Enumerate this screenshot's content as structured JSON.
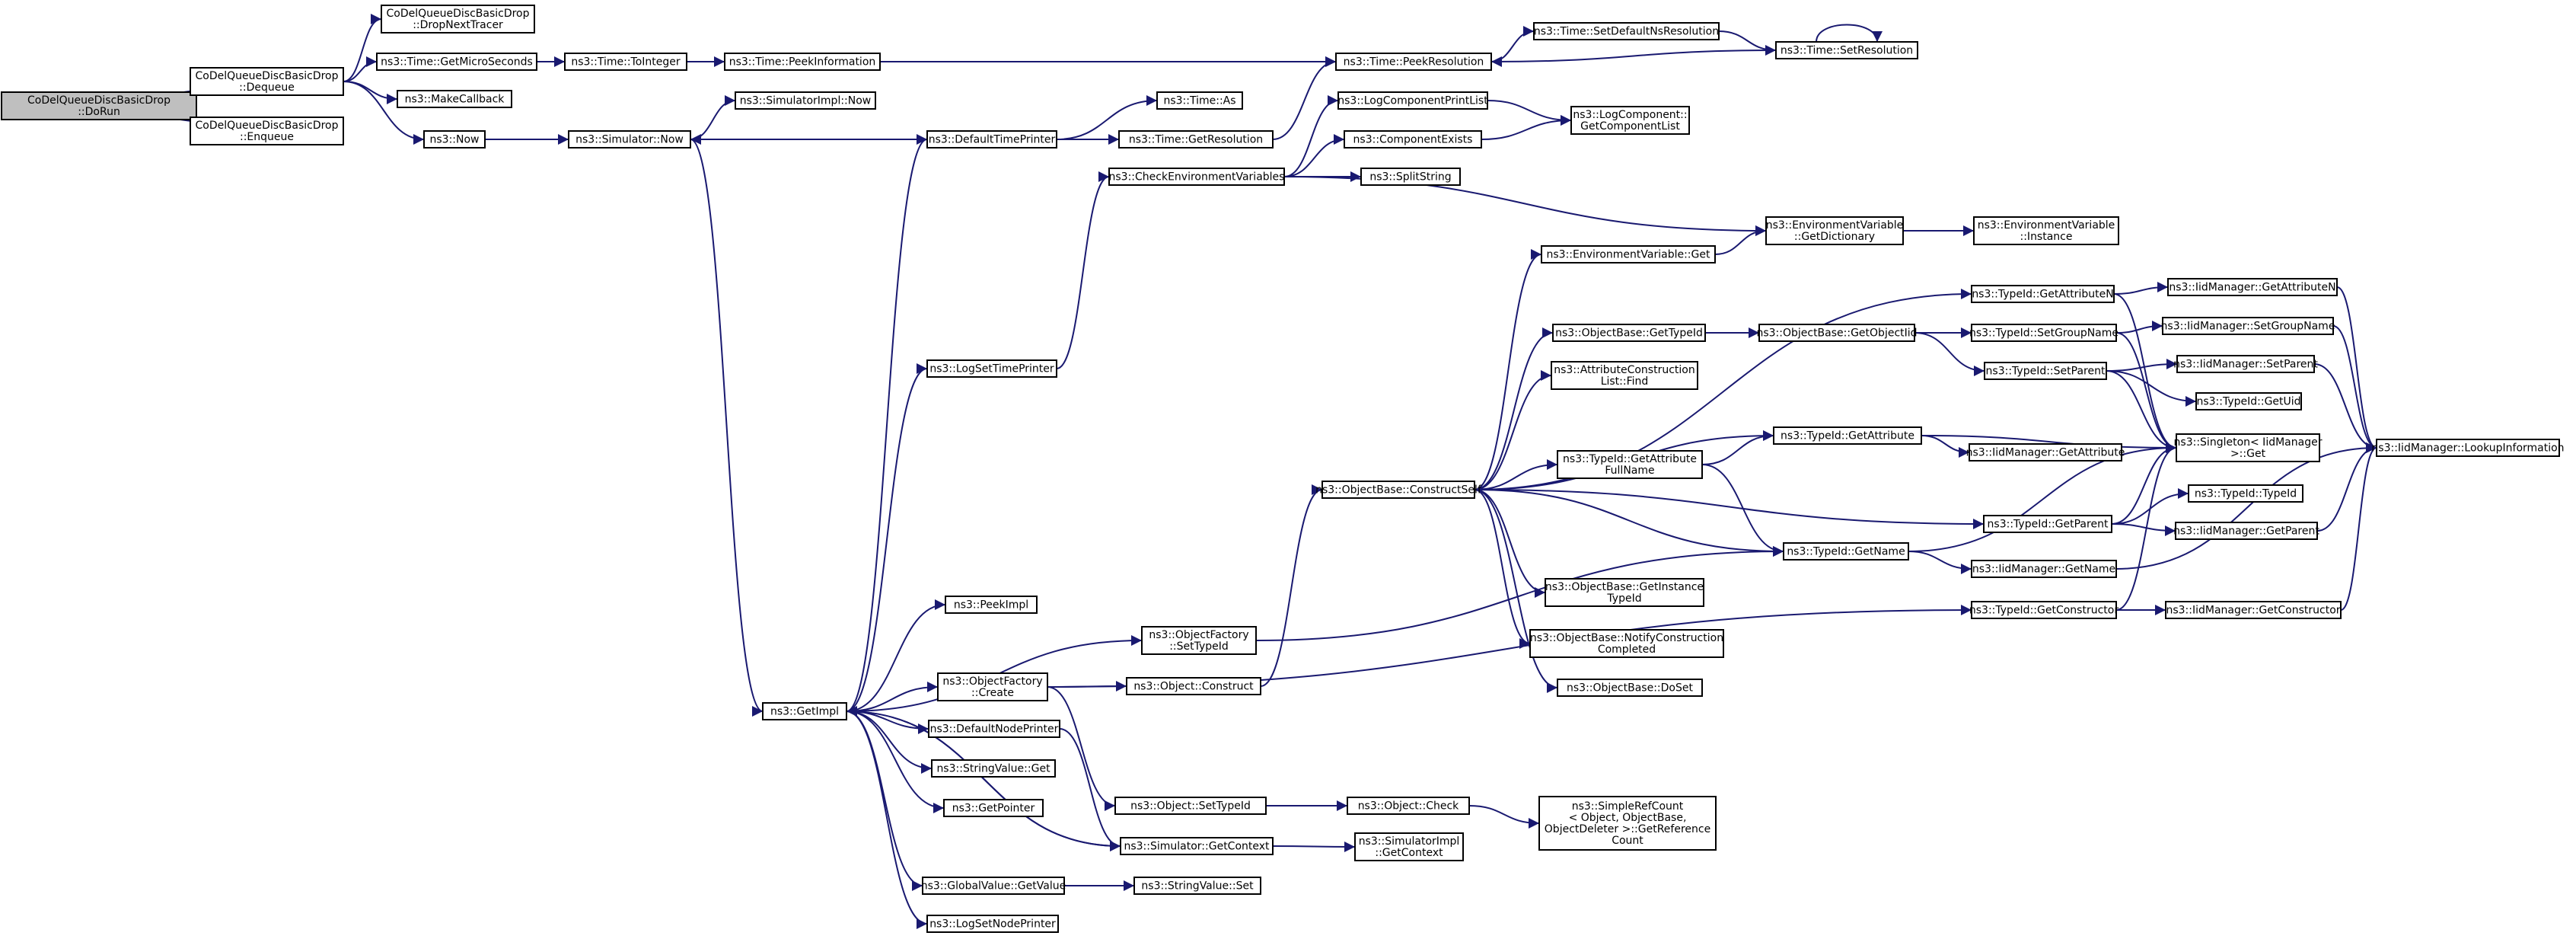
{
  "graph": {
    "title": "",
    "edge_color": "#191970",
    "root_fill": "#bfbfbf",
    "node_fill": "#ffffff",
    "nodes": [
      {
        "id": "dorun",
        "lines": [
          "CoDelQueueDiscBasicDrop",
          "::DoRun"
        ],
        "root": true
      },
      {
        "id": "dropnexttracer",
        "lines": [
          "CoDelQueueDiscBasicDrop",
          "::DropNextTracer"
        ]
      },
      {
        "id": "dequeue",
        "lines": [
          "CoDelQueueDiscBasicDrop",
          "::Dequeue"
        ]
      },
      {
        "id": "enqueue",
        "lines": [
          "CoDelQueueDiscBasicDrop",
          "::Enqueue"
        ]
      },
      {
        "id": "getmicroseconds",
        "lines": [
          "ns3::Time::GetMicroSeconds"
        ]
      },
      {
        "id": "makecallback",
        "lines": [
          "ns3::MakeCallback"
        ]
      },
      {
        "id": "now",
        "lines": [
          "ns3::Now"
        ]
      },
      {
        "id": "tointeger",
        "lines": [
          "ns3::Time::ToInteger"
        ]
      },
      {
        "id": "peekinformation",
        "lines": [
          "ns3::Time::PeekInformation"
        ]
      },
      {
        "id": "peekresolution",
        "lines": [
          "ns3::Time::PeekResolution"
        ]
      },
      {
        "id": "setdefaultnsresolution",
        "lines": [
          "ns3::Time::SetDefaultNsResolution"
        ]
      },
      {
        "id": "setresolution",
        "lines": [
          "ns3::Time::SetResolution"
        ]
      },
      {
        "id": "simulatornow",
        "lines": [
          "ns3::Simulator::Now"
        ]
      },
      {
        "id": "simulatorimplnow",
        "lines": [
          "ns3::SimulatorImpl::Now"
        ]
      },
      {
        "id": "defaulttimeprinter",
        "lines": [
          "ns3::DefaultTimePrinter"
        ]
      },
      {
        "id": "timeas",
        "lines": [
          "ns3::Time::As"
        ]
      },
      {
        "id": "getresolution",
        "lines": [
          "ns3::Time::GetResolution"
        ]
      },
      {
        "id": "checkenv",
        "lines": [
          "ns3::CheckEnvironmentVariables"
        ]
      },
      {
        "id": "logcomponentprintlist",
        "lines": [
          "ns3::LogComponentPrintList"
        ]
      },
      {
        "id": "getcomponentlist",
        "lines": [
          "ns3::LogComponent::",
          "GetComponentList"
        ]
      },
      {
        "id": "componentexists",
        "lines": [
          "ns3::ComponentExists"
        ]
      },
      {
        "id": "splitstring",
        "lines": [
          "ns3::SplitString"
        ]
      },
      {
        "id": "getdictionary",
        "lines": [
          "ns3::EnvironmentVariable",
          "::GetDictionary"
        ]
      },
      {
        "id": "envinstance",
        "lines": [
          "ns3::EnvironmentVariable",
          "::Instance"
        ]
      },
      {
        "id": "envget",
        "lines": [
          "ns3::EnvironmentVariable::Get"
        ]
      },
      {
        "id": "logsettimeprinter",
        "lines": [
          "ns3::LogSetTimePrinter"
        ]
      },
      {
        "id": "getattributen",
        "lines": [
          "ns3::TypeId::GetAttributeN"
        ]
      },
      {
        "id": "iidgetattributen",
        "lines": [
          "ns3::IidManager::GetAttributeN"
        ]
      },
      {
        "id": "getobjectbasetypeid",
        "lines": [
          "ns3::ObjectBase::GetTypeId"
        ]
      },
      {
        "id": "getobjectiid",
        "lines": [
          "ns3::ObjectBase::GetObjectIid"
        ]
      },
      {
        "id": "setgroupname",
        "lines": [
          "ns3::TypeId::SetGroupName"
        ]
      },
      {
        "id": "iidsetgroupname",
        "lines": [
          "ns3::IidManager::SetGroupName"
        ]
      },
      {
        "id": "setparent",
        "lines": [
          "ns3::TypeId::SetParent"
        ]
      },
      {
        "id": "iidsetparent",
        "lines": [
          "ns3::IidManager::SetParent"
        ]
      },
      {
        "id": "getuid",
        "lines": [
          "ns3::TypeId::GetUid"
        ]
      },
      {
        "id": "attrconstruction",
        "lines": [
          "ns3::AttributeConstruction",
          "List::Find"
        ]
      },
      {
        "id": "getattribute",
        "lines": [
          "ns3::TypeId::GetAttribute"
        ]
      },
      {
        "id": "iidgetattribute",
        "lines": [
          "ns3::IidManager::GetAttribute"
        ]
      },
      {
        "id": "singletonget",
        "lines": [
          "ns3::Singleton< IidManager",
          ">::Get"
        ]
      },
      {
        "id": "lookupinformation",
        "lines": [
          "ns3::IidManager::LookupInformation"
        ]
      },
      {
        "id": "constructself",
        "lines": [
          "ns3::ObjectBase::ConstructSelf"
        ]
      },
      {
        "id": "getattributefullname",
        "lines": [
          "ns3::TypeId::GetAttribute",
          "FullName"
        ]
      },
      {
        "id": "getparent",
        "lines": [
          "ns3::TypeId::GetParent"
        ]
      },
      {
        "id": "typeidtypeid",
        "lines": [
          "ns3::TypeId::TypeId"
        ]
      },
      {
        "id": "iidgetparent",
        "lines": [
          "ns3::IidManager::GetParent"
        ]
      },
      {
        "id": "getname",
        "lines": [
          "ns3::TypeId::GetName"
        ]
      },
      {
        "id": "iidgetname",
        "lines": [
          "ns3::IidManager::GetName"
        ]
      },
      {
        "id": "getinstancetypeid",
        "lines": [
          "ns3::ObjectBase::GetInstance",
          "TypeId"
        ]
      },
      {
        "id": "getconstructor",
        "lines": [
          "ns3::TypeId::GetConstructor"
        ]
      },
      {
        "id": "iidgetconstructor",
        "lines": [
          "ns3::IidManager::GetConstructor"
        ]
      },
      {
        "id": "notifyconstruction",
        "lines": [
          "ns3::ObjectBase::NotifyConstruction",
          "Completed"
        ]
      },
      {
        "id": "doset",
        "lines": [
          "ns3::ObjectBase::DoSet"
        ]
      },
      {
        "id": "peekimpl",
        "lines": [
          "ns3::PeekImpl"
        ]
      },
      {
        "id": "objfactorysettypeid",
        "lines": [
          "ns3::ObjectFactory",
          "::SetTypeId"
        ]
      },
      {
        "id": "objfactorycreate",
        "lines": [
          "ns3::ObjectFactory",
          "::Create"
        ]
      },
      {
        "id": "objectconstruct",
        "lines": [
          "ns3::Object::Construct"
        ]
      },
      {
        "id": "getimpl",
        "lines": [
          "ns3::GetImpl"
        ]
      },
      {
        "id": "defaultnodeprinter",
        "lines": [
          "ns3::DefaultNodePrinter"
        ]
      },
      {
        "id": "stringvalueget",
        "lines": [
          "ns3::StringValue::Get"
        ]
      },
      {
        "id": "getpointer",
        "lines": [
          "ns3::GetPointer"
        ]
      },
      {
        "id": "objectsettypeid",
        "lines": [
          "ns3::Object::SetTypeId"
        ]
      },
      {
        "id": "objectcheck",
        "lines": [
          "ns3::Object::Check"
        ]
      },
      {
        "id": "simplerefcount",
        "lines": [
          "ns3::SimpleRefCount",
          "< Object, ObjectBase,",
          "ObjectDeleter >::GetReference",
          "Count"
        ]
      },
      {
        "id": "simgetcontext",
        "lines": [
          "ns3::Simulator::GetContext"
        ]
      },
      {
        "id": "simimplgetcontext",
        "lines": [
          "ns3::SimulatorImpl",
          "::GetContext"
        ]
      },
      {
        "id": "globalvalueget",
        "lines": [
          "ns3::GlobalValue::GetValue"
        ]
      },
      {
        "id": "stringvalueset",
        "lines": [
          "ns3::StringValue::Set"
        ]
      },
      {
        "id": "logsetnodeprinter",
        "lines": [
          "ns3::LogSetNodePrinter"
        ]
      }
    ],
    "edges": [
      [
        "dorun",
        "dequeue"
      ],
      [
        "dorun",
        "enqueue"
      ],
      [
        "dequeue",
        "dropnexttracer"
      ],
      [
        "dequeue",
        "getmicroseconds"
      ],
      [
        "dequeue",
        "makecallback"
      ],
      [
        "dequeue",
        "now"
      ],
      [
        "getmicroseconds",
        "tointeger"
      ],
      [
        "tointeger",
        "peekinformation"
      ],
      [
        "peekinformation",
        "peekresolution"
      ],
      [
        "peekresolution",
        "setdefaultnsresolution"
      ],
      [
        "setdefaultnsresolution",
        "setresolution"
      ],
      [
        "setresolution",
        "peekresolution"
      ],
      [
        "setresolution",
        "setresolution"
      ],
      [
        "now",
        "simulatornow"
      ],
      [
        "simulatornow",
        "simulatorimplnow"
      ],
      [
        "defaulttimeprinter",
        "simulatornow"
      ],
      [
        "simulatornow",
        "getimpl"
      ],
      [
        "defaulttimeprinter",
        "timeas"
      ],
      [
        "defaulttimeprinter",
        "getresolution"
      ],
      [
        "getresolution",
        "peekresolution"
      ],
      [
        "checkenv",
        "logcomponentprintlist"
      ],
      [
        "checkenv",
        "componentexists"
      ],
      [
        "checkenv",
        "splitstring"
      ],
      [
        "checkenv",
        "getdictionary"
      ],
      [
        "logcomponentprintlist",
        "getcomponentlist"
      ],
      [
        "componentexists",
        "getcomponentlist"
      ],
      [
        "getdictionary",
        "envinstance"
      ],
      [
        "envget",
        "getdictionary"
      ],
      [
        "logsettimeprinter",
        "checkenv"
      ],
      [
        "getimpl",
        "defaulttimeprinter"
      ],
      [
        "getimpl",
        "logsettimeprinter"
      ],
      [
        "getimpl",
        "peekimpl"
      ],
      [
        "getimpl",
        "objfactorysettypeid"
      ],
      [
        "getimpl",
        "objfactorycreate"
      ],
      [
        "getimpl",
        "defaultnodeprinter"
      ],
      [
        "getimpl",
        "stringvalueget"
      ],
      [
        "getimpl",
        "getpointer"
      ],
      [
        "getimpl",
        "globalvalueget"
      ],
      [
        "getimpl",
        "logsetnodeprinter"
      ],
      [
        "getimpl",
        "simgetcontext"
      ],
      [
        "simgetcontext",
        "getimpl"
      ],
      [
        "objfactorycreate",
        "objectconstruct"
      ],
      [
        "objfactorycreate",
        "objectsettypeid"
      ],
      [
        "objfactorycreate",
        "getconstructor"
      ],
      [
        "objfactorysettypeid",
        "getname"
      ],
      [
        "defaultnodeprinter",
        "simgetcontext"
      ],
      [
        "objectconstruct",
        "constructself"
      ],
      [
        "objectsettypeid",
        "objectcheck"
      ],
      [
        "objectcheck",
        "simplerefcount"
      ],
      [
        "simgetcontext",
        "simimplgetcontext"
      ],
      [
        "globalvalueget",
        "stringvalueset"
      ],
      [
        "constructself",
        "envget"
      ],
      [
        "constructself",
        "getattributen"
      ],
      [
        "constructself",
        "getobjectbasetypeid"
      ],
      [
        "constructself",
        "attrconstruction"
      ],
      [
        "constructself",
        "getattribute"
      ],
      [
        "constructself",
        "getattributefullname"
      ],
      [
        "constructself",
        "getparent"
      ],
      [
        "constructself",
        "getname"
      ],
      [
        "constructself",
        "getinstancetypeid"
      ],
      [
        "constructself",
        "notifyconstruction"
      ],
      [
        "constructself",
        "doset"
      ],
      [
        "getobjectbasetypeid",
        "getobjectiid"
      ],
      [
        "getobjectiid",
        "setgroupname"
      ],
      [
        "getobjectiid",
        "setparent"
      ],
      [
        "setgroupname",
        "iidsetgroupname"
      ],
      [
        "setgroupname",
        "singletonget"
      ],
      [
        "setparent",
        "iidsetparent"
      ],
      [
        "setparent",
        "getuid"
      ],
      [
        "setparent",
        "singletonget"
      ],
      [
        "getattributen",
        "iidgetattributen"
      ],
      [
        "getattributen",
        "singletonget"
      ],
      [
        "getattribute",
        "iidgetattribute"
      ],
      [
        "getattribute",
        "singletonget"
      ],
      [
        "getattributefullname",
        "getattribute"
      ],
      [
        "getattributefullname",
        "getname"
      ],
      [
        "getparent",
        "typeidtypeid"
      ],
      [
        "getparent",
        "iidgetparent"
      ],
      [
        "getparent",
        "singletonget"
      ],
      [
        "getname",
        "iidgetname"
      ],
      [
        "getname",
        "singletonget"
      ],
      [
        "getconstructor",
        "iidgetconstructor"
      ],
      [
        "getconstructor",
        "singletonget"
      ],
      [
        "iidgetattributen",
        "lookupinformation"
      ],
      [
        "iidsetgroupname",
        "lookupinformation"
      ],
      [
        "iidsetparent",
        "lookupinformation"
      ],
      [
        "iidgetparent",
        "lookupinformation"
      ],
      [
        "iidgetname",
        "lookupinformation"
      ],
      [
        "iidgetconstructor",
        "lookupinformation"
      ]
    ]
  }
}
